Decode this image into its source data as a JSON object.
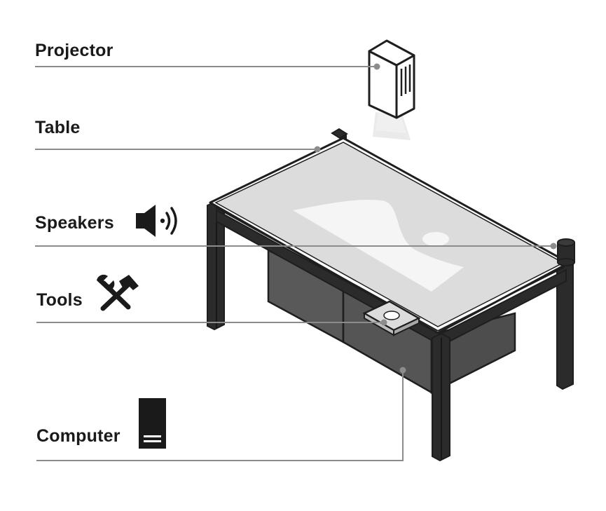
{
  "labels": {
    "projector": "Projector",
    "table": "Table",
    "speakers": "Speakers",
    "tools": "Tools",
    "computer": "Computer"
  },
  "icons": {
    "speakers": "speaker-icon",
    "tools": "hammer-wrench-icon",
    "computer": "computer-tower-icon"
  },
  "colors": {
    "outline": "#1e1e1e",
    "leader_line": "#8c8c8c",
    "tabletop": "#dcdcdc",
    "screen_shape": "#f5f5f5",
    "drawer": "#595959",
    "drawer_dark": "#444444",
    "frame": "#2b2b2b"
  }
}
